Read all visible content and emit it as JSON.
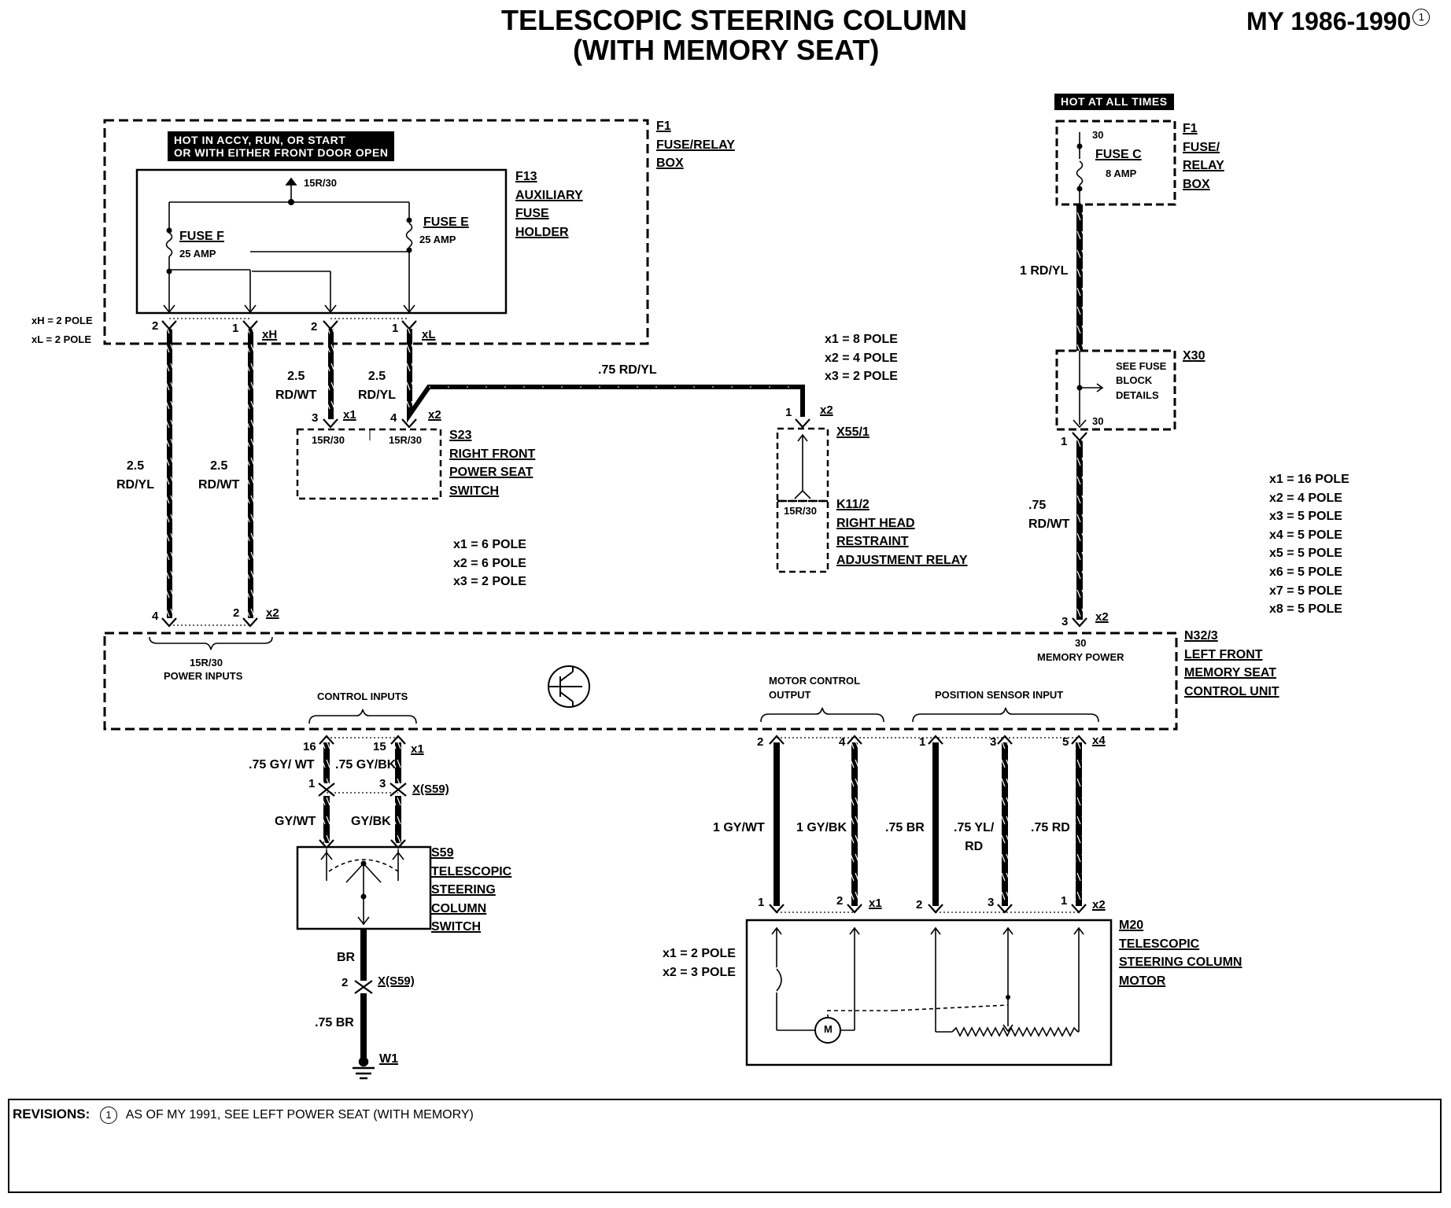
{
  "title": {
    "line1": "TELESCOPIC STEERING COLUMN",
    "line2": "(WITH MEMORY SEAT)",
    "model_years": "MY 1986-1990",
    "footnote_mark": "1"
  },
  "hot_labels": {
    "accy_line1": "HOT IN ACCY, RUN, OR START",
    "accy_line2": "OR WITH EITHER FRONT DOOR OPEN",
    "all_times": "HOT AT ALL TIMES"
  },
  "components": {
    "f1_left": [
      "F1",
      "FUSE/RELAY",
      "BOX"
    ],
    "f13": [
      "F13",
      "AUXILIARY",
      "FUSE",
      "HOLDER"
    ],
    "f1_right": [
      "F1",
      "FUSE/",
      "RELAY",
      "BOX"
    ],
    "x30": [
      "X30"
    ],
    "x30_inner": [
      "SEE FUSE",
      "BLOCK",
      "DETAILS"
    ],
    "s23": [
      "S23",
      "RIGHT FRONT",
      "POWER SEAT",
      "SWITCH"
    ],
    "x55": [
      "X55/1"
    ],
    "k11": [
      "K11/2",
      "RIGHT HEAD",
      "RESTRAINT",
      "ADJUSTMENT RELAY"
    ],
    "n32": [
      "N32/3",
      "LEFT FRONT",
      "MEMORY SEAT",
      "CONTROL UNIT"
    ],
    "s59": [
      "S59",
      "TELESCOPIC",
      "STEERING",
      "COLUMN",
      "SWITCH"
    ],
    "m20": [
      "M20",
      "TELESCOPIC",
      "STEERING COLUMN",
      "MOTOR"
    ],
    "w1": "W1"
  },
  "fuses": {
    "fuse_f": "FUSE F",
    "fuse_f_amp": "25 AMP",
    "fuse_e": "FUSE E",
    "fuse_e_amp": "25 AMP",
    "fuse_c": "FUSE C",
    "fuse_c_amp": "8 AMP",
    "t15r30": "15R/30",
    "t30": "30"
  },
  "pole_notes": {
    "xh_xl": [
      "xH = 2 POLE",
      "xL = 2 POLE"
    ],
    "x55_poles": [
      "x1 = 8 POLE",
      "x2 = 4 POLE",
      "x3 = 2 POLE"
    ],
    "s23_poles": [
      "x1 = 6 POLE",
      "x2 = 6 POLE",
      "x3 = 2 POLE"
    ],
    "n32_poles": [
      "x1 = 16 POLE",
      "x2 = 4 POLE",
      "x3 = 5 POLE",
      "x4 = 5 POLE",
      "x5 = 5 POLE",
      "x6 = 5 POLE",
      "x7 = 5 POLE",
      "x8 = 5 POLE"
    ],
    "m20_poles": [
      "x1 = 2 POLE",
      "x2 = 3 POLE"
    ]
  },
  "wires": {
    "w_25_rdyl": [
      "2.5",
      "RD/YL"
    ],
    "w_25_rdwt": [
      "2.5",
      "RD/WT"
    ],
    "w_25_rdwt_b": [
      "2.5",
      "RD/WT"
    ],
    "w_25_rdyl_b": [
      "2.5",
      "RD/YL"
    ],
    "w_75_rdyl": ".75 RD/YL",
    "w_1_rdyl": "1 RD/YL",
    "w_75_rdwt": [
      ".75",
      "RD/WT"
    ],
    "w_75_gywt": ".75 GY/ WT",
    "w_75_gybk": ".75 GY/BK",
    "w_gywt": "GY/WT",
    "w_gybk": "GY/BK",
    "w_br": "BR",
    "w_75_br": ".75 BR",
    "w_1_gywt": "1 GY/WT",
    "w_1_gybk": "1 GY/BK",
    "w_75_br_m": ".75 BR",
    "w_75_ylrd": [
      ".75 YL/",
      "RD"
    ],
    "w_75_rd": ".75 RD"
  },
  "connectors": {
    "xh": "xH",
    "xl": "xL",
    "x1": "x1",
    "x2": "x2",
    "x4": "x4",
    "xs59": "X(S59)"
  },
  "pins": [
    "1",
    "2",
    "3",
    "4",
    "15",
    "16",
    "30"
  ],
  "unit_labels": {
    "power_inputs_1": "15R/30",
    "power_inputs_2": "POWER INPUTS",
    "memory_power_1": "30",
    "memory_power_2": "MEMORY POWER",
    "control_inputs": "CONTROL INPUTS",
    "motor_ctrl_1": "MOTOR CONTROL",
    "motor_ctrl_2": "OUTPUT",
    "position_sensor": "POSITION SENSOR INPUT"
  },
  "motor_label": "M",
  "revisions": {
    "label": "REVISIONS:",
    "mark": "1",
    "text": "AS OF MY 1991, SEE LEFT POWER SEAT (WITH MEMORY)"
  }
}
